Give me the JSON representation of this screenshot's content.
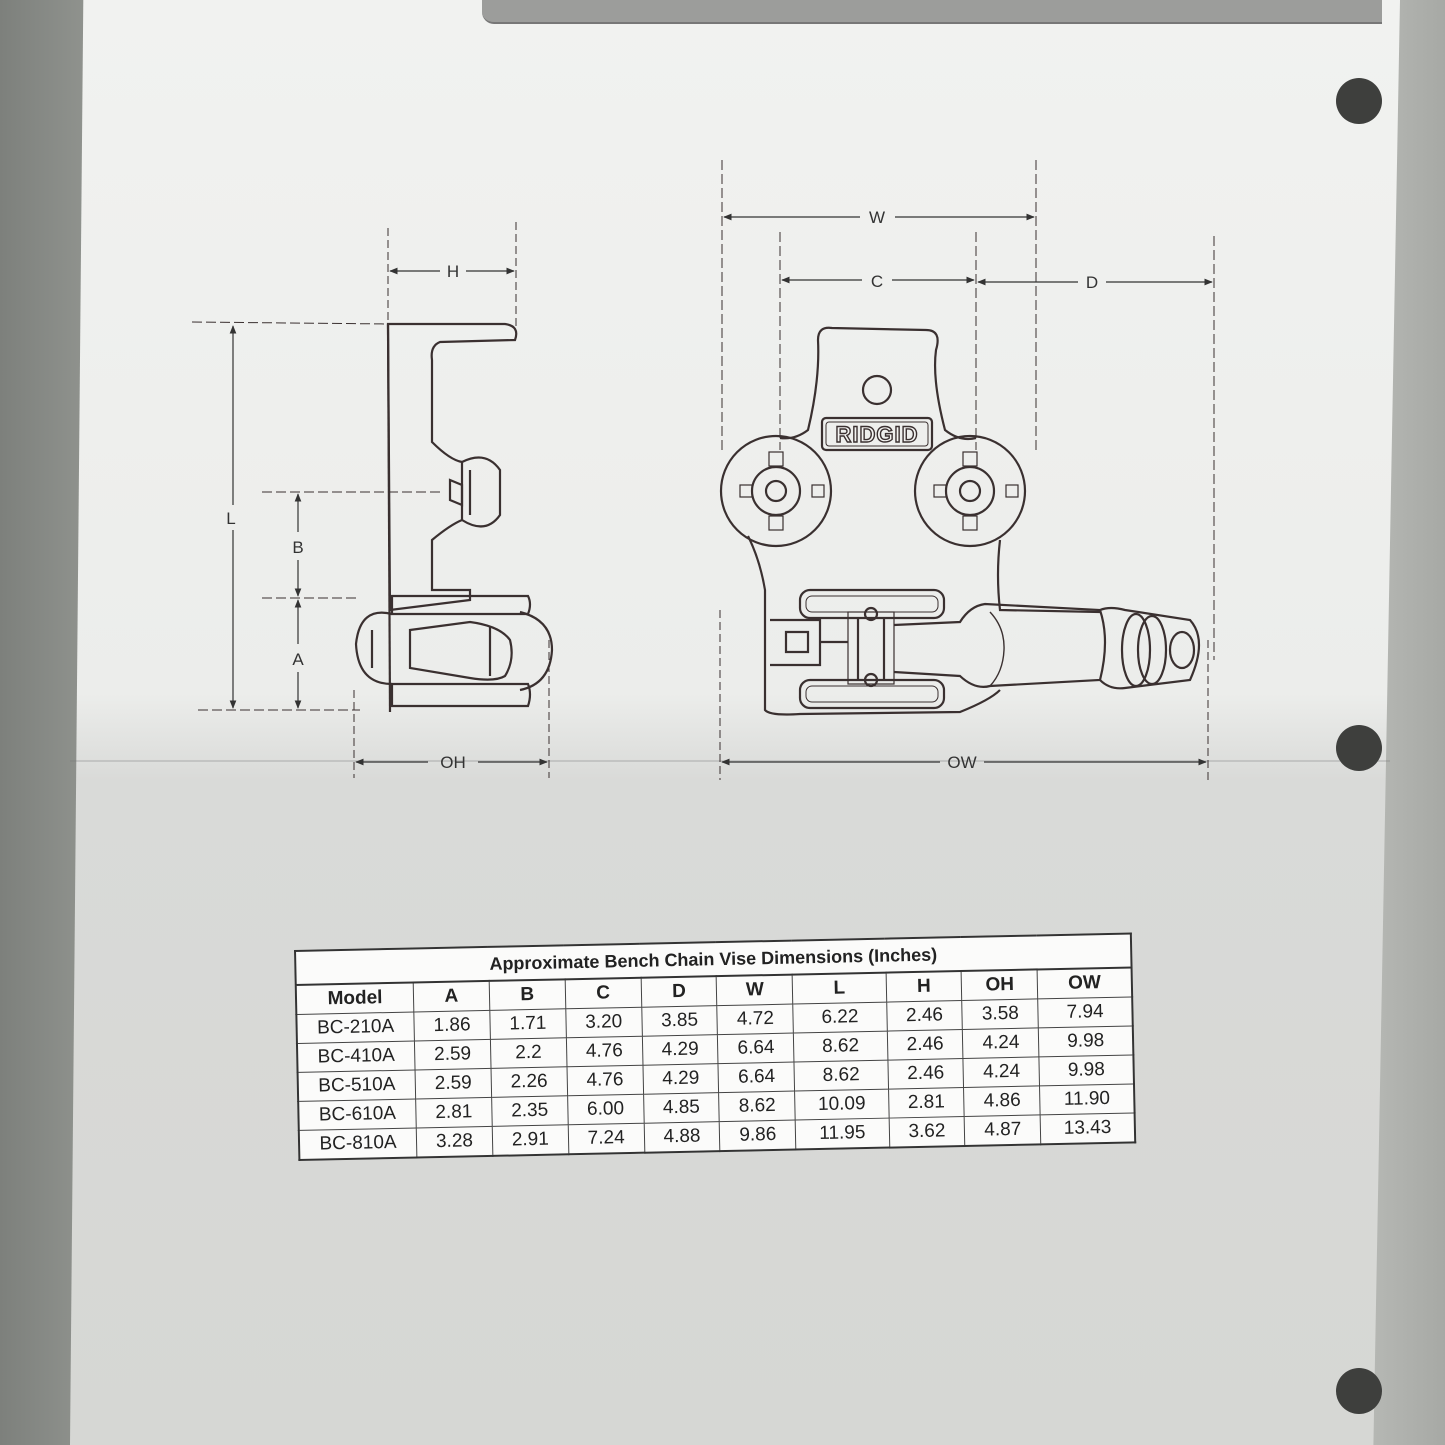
{
  "drawing": {
    "brand_logo_text": "RIDGID",
    "dimension_labels": {
      "h": "H",
      "l": "L",
      "b": "B",
      "a": "A",
      "oh": "OH",
      "w": "W",
      "c": "C",
      "d": "D",
      "ow": "OW"
    }
  },
  "table": {
    "title": "Approximate Bench Chain Vise Dimensions (Inches)",
    "columns": [
      "Model",
      "A",
      "B",
      "C",
      "D",
      "W",
      "L",
      "H",
      "OH",
      "OW"
    ],
    "rows": [
      [
        "BC-210A",
        "1.86",
        "1.71",
        "3.20",
        "3.85",
        "4.72",
        "6.22",
        "2.46",
        "3.58",
        "7.94"
      ],
      [
        "BC-410A",
        "2.59",
        "2.2",
        "4.76",
        "4.29",
        "6.64",
        "8.62",
        "2.46",
        "4.24",
        "9.98"
      ],
      [
        "BC-510A",
        "2.59",
        "2.26",
        "4.76",
        "4.29",
        "6.64",
        "8.62",
        "2.46",
        "4.24",
        "9.98"
      ],
      [
        "BC-610A",
        "2.81",
        "2.35",
        "6.00",
        "4.85",
        "8.62",
        "10.09",
        "2.81",
        "4.86",
        "11.90"
      ],
      [
        "BC-810A",
        "3.28",
        "2.91",
        "7.24",
        "4.88",
        "9.86",
        "11.95",
        "3.62",
        "4.87",
        "13.43"
      ]
    ]
  }
}
